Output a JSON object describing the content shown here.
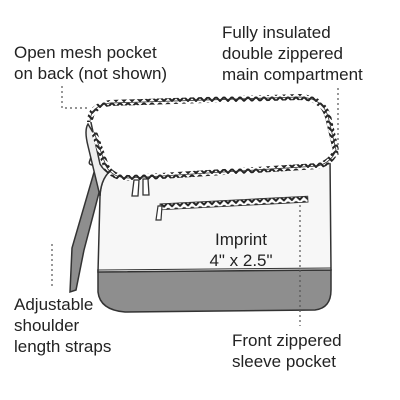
{
  "callouts": {
    "mesh_pocket": [
      "Open mesh pocket",
      "on back (not shown)"
    ],
    "main_compartment": [
      "Fully insulated",
      "double zippered",
      "main compartment"
    ],
    "imprint": [
      "Imprint",
      "4\" x 2.5\""
    ],
    "shoulder_strap": [
      "Adjustable",
      "shoulder",
      "length straps"
    ],
    "sleeve_pocket": [
      "Front zippered",
      "sleeve pocket"
    ]
  },
  "colors": {
    "outline": "#333333",
    "body_fill": "#f7f7f7",
    "base_fill": "#8e8e8e",
    "strap_fill": "#8e8e8e",
    "leader_line": "#555555"
  }
}
